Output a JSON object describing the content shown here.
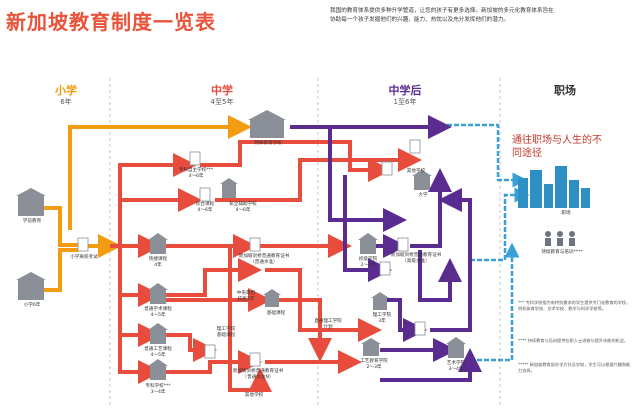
{
  "title": "新加坡教育制度一览表",
  "intro": [
    "我国的教育体系提供多种升学管道，让您的孩子有更多选择。新加坡的多元化教育体系旨在",
    "协助每一个孩子发掘他们的兴趣、能力、热忱以及充分发挥他们的潜力。"
  ],
  "stages": [
    {
      "name": "小学",
      "duration": "6年",
      "color": "#f39c12"
    },
    {
      "name": "中学",
      "duration": "4至5年",
      "color": "#e74c3c"
    },
    {
      "name": "中学后",
      "duration": "1至6年",
      "color": "#5b2c8f"
    },
    {
      "name": "职场",
      "duration": "",
      "color": "#333333"
    }
  ],
  "workplace_heading": "通往职场与人生的不同途径",
  "labels": {
    "preschool": "学前教育",
    "primary": "小学6年",
    "psle": "小学离校考试",
    "special_school": "特殊教育学校",
    "specialized_independent": "专科自主学校***\n4～6年",
    "integrated_programme": "综合课程\n4～6年",
    "private_specialized": "私立辅助学校\n4～6年",
    "express": "快捷课程\n4年",
    "normal_academic": "普通学术课程\n4～5年",
    "normal_technical": "普通工艺课程\n4～5年",
    "specialized_school": "专科学校***\n3～4年",
    "o_level": "新加坡剑桥普通教育证书\n（普通水准）",
    "n_level": "新加坡剑桥普通教育证书\n（普通水准N）",
    "a_level": "新加坡剑桥普通教育证书\n（高级水准）",
    "jc": "初级学院\n2～3年",
    "poly": "理工学院\n3年",
    "ite": "工艺教育学院\n2～3年",
    "arts": "艺术学院\n3～4年",
    "university": "大学",
    "other_schools": "其他学校",
    "workplace": "职场",
    "lifelong": "持续教育与培训****",
    "dual_track": "中央政府\n技能1年",
    "foundation": "基础课程",
    "poly_foundation": "理工学院\n基础课程",
    "direct_poly": "直通理工学院\n计划"
  },
  "footnotes": [
    "*** 专科学校指为有特别需求的学生提供专门化教育的学校，例如体育学校、艺术学校、数学与科学学校等。",
    "**** 持续教育与培训提供在职人士进修与提升技能的机会。",
    "***** 新加坡教育部办学方针及学校，学生可以根据兴趣和能力选择。"
  ],
  "colors": {
    "primary_flow": "#f39c12",
    "secondary_flow": "#e74c3c",
    "post_secondary_flow": "#5b2c8f",
    "workplace_flow": "#3aa0d8",
    "divider": "#c9c9c9"
  },
  "icons": [
    "school-building-icon",
    "graduation-paper-icon",
    "city-skyline-icon",
    "people-icon"
  ]
}
